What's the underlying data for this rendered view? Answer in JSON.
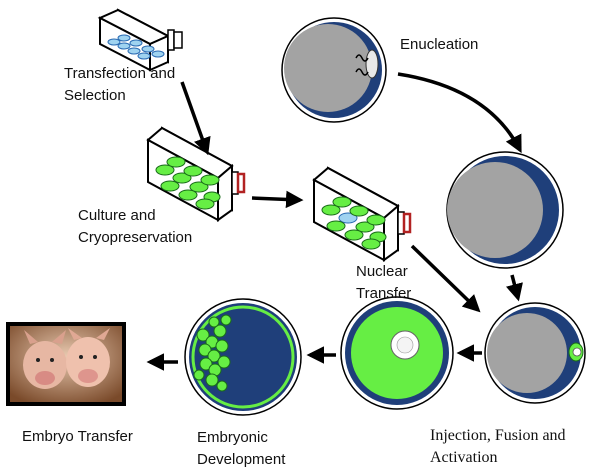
{
  "labels": {
    "transfection": [
      "Transfection and",
      "Selection"
    ],
    "culture": [
      "Culture and",
      "Cryopreservation"
    ],
    "enucleation": "Enucleation",
    "nuclear_transfer": [
      "Nuclear",
      "Transfer"
    ],
    "injection": [
      "Injection, Fusion and",
      "Activation"
    ],
    "embryonic": [
      "Embryonic",
      "Development"
    ],
    "embryo_transfer": "Embryo Transfer"
  },
  "colors": {
    "zona": "#1f3f7a",
    "cytoplasm": "#a3a3a3",
    "cell_green": "#66ee44",
    "arrow": "#000000",
    "frame": "#000000"
  }
}
